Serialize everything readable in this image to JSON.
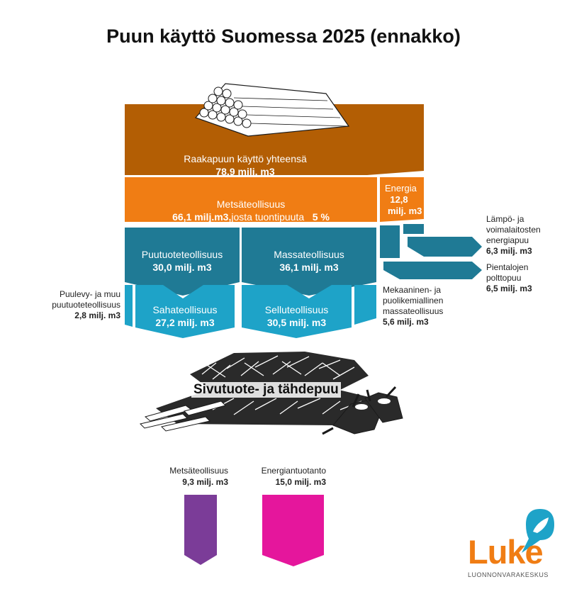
{
  "title": "Puun käyttö Suomessa 2025 (ennakko)",
  "colors": {
    "raw_wood": "#b35e04",
    "forest_industry": "#f07d14",
    "energy": "#f07d14",
    "dark_teal": "#1f7a95",
    "light_teal": "#1ea3c8",
    "purple": "#7b3c98",
    "magenta": "#e5169c",
    "logo_orange": "#f07d14",
    "logo_blue": "#1ea3c8"
  },
  "flows": {
    "raw_wood": {
      "label": "Raakapuun käyttö yhteensä",
      "value": "78,9 milj. m3"
    },
    "forest_industry": {
      "label": "Metsäteollisuus",
      "value": "66,1 milj.m3,",
      "suffix": "josta tuontipuuta",
      "import_share": "5 %"
    },
    "energy": {
      "label": "Energia",
      "value_line1": "12,8",
      "value_line2": "milj. m3"
    },
    "wood_products": {
      "label": "Puutuoteteollisuus",
      "value": "30,0 milj. m3"
    },
    "pulp": {
      "label": "Massateollisuus",
      "value": "36,1 milj. m3"
    },
    "sawmill": {
      "label": "Sahateollisuus",
      "value": "27,2 milj. m3"
    },
    "pulp_mill": {
      "label": "Selluteollisuus",
      "value": "30,5 milj. m3"
    },
    "panels": {
      "label_line1": "Puulevy- ja muu",
      "label_line2": "puutuoteteollisuus",
      "value": "2,8 milj. m3"
    },
    "mechanical": {
      "label_line1": "Mekaaninen- ja",
      "label_line2": "puolikemiallinen",
      "label_line3": "massateollisuus",
      "value": "5,6 milj. m3"
    },
    "heat_power": {
      "label_line1": "Lämpö- ja",
      "label_line2": "voimalaitosten",
      "label_line3": "energiapuu",
      "value": "6,3 milj. m3"
    },
    "small_houses": {
      "label_line1": "Pientalojen",
      "label_line2": "polttopuu",
      "value": "6,5 milj. m3"
    }
  },
  "byproducts": {
    "label": "Sivutuote- ja tähdepuu",
    "forest_industry": {
      "label": "Metsäteollisuus",
      "value": "9,3 milj. m3"
    },
    "energy_production": {
      "label": "Energiantuotanto",
      "value": "15,0 milj. m3"
    }
  },
  "logo": {
    "name": "Luke",
    "subtitle": "LUONNONVARAKESKUS"
  }
}
